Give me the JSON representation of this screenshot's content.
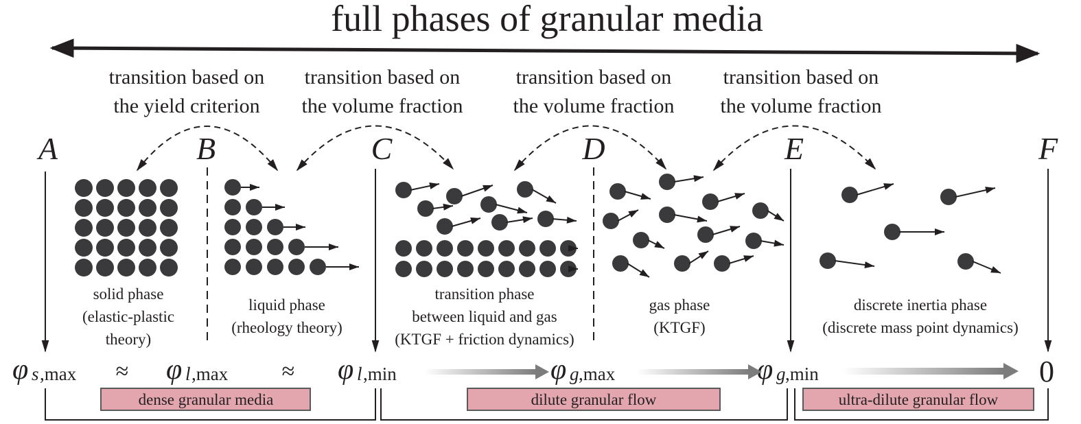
{
  "title": "full phases of granular media",
  "transitions": [
    {
      "line1": "transition based on",
      "line2": "the yield criterion"
    },
    {
      "line1": "transition based on",
      "line2": "the volume fraction"
    },
    {
      "line1": "transition based on",
      "line2": "the volume fraction"
    },
    {
      "line1": "transition based on",
      "line2": "the volume fraction"
    }
  ],
  "points": [
    "A",
    "B",
    "C",
    "D",
    "E",
    "F"
  ],
  "phases": [
    {
      "name": "solid phase",
      "theory": "(elastic-plastic",
      "theory2": "theory)"
    },
    {
      "name": "liquid phase",
      "theory": "(rheology theory)"
    },
    {
      "name": "transition phase",
      "theory": "between liquid and gas",
      "theory2": "(KTGF + friction dynamics)"
    },
    {
      "name": "gas phase",
      "theory": "(KTGF)"
    },
    {
      "name": "discrete inertia phase",
      "theory": "(discrete mass point dynamics)"
    }
  ],
  "fractions": {
    "phi": "φ",
    "s_max_sub": "s",
    "l_max_sub": "l",
    "l_min_sub": "l",
    "g_max_sub": "g",
    "g_min_sub": "g",
    "max": ",max",
    "min": ",min",
    "approx": "≈",
    "zero": "0"
  },
  "regions": [
    "dense granular media",
    "dilute granular flow",
    "ultra-dilute granular flow"
  ],
  "colors": {
    "ink": "#231f20",
    "particle": "#3a3a3c",
    "region_fill": "#e3a6ae",
    "flow_arrow": "#8c8c8c"
  }
}
